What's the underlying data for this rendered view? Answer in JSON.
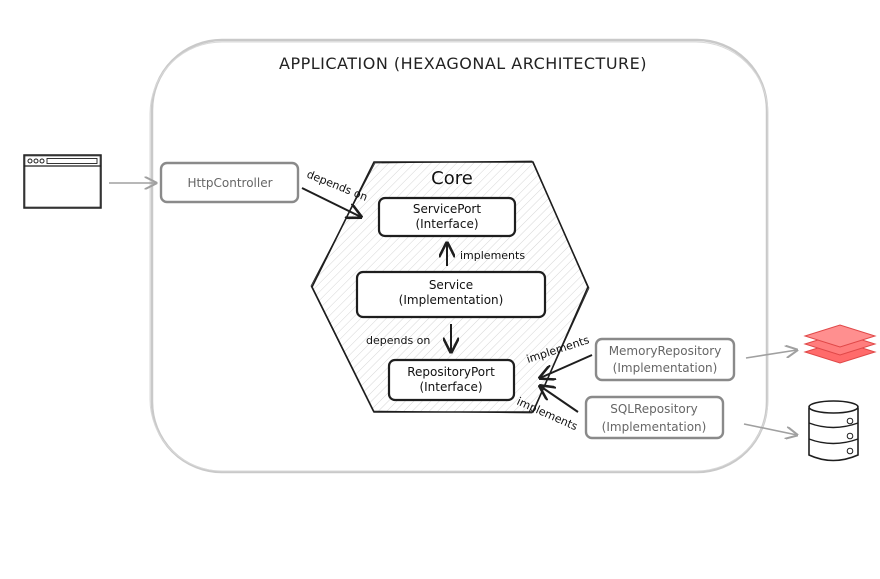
{
  "application": {
    "title": "APPLICATION (HEXAGONAL ARCHITECTURE)"
  },
  "core": {
    "title": "Core"
  },
  "nodes": {
    "http_controller": {
      "line1": "HttpController"
    },
    "service_port": {
      "line1": "ServicePort",
      "line2": "(Interface)"
    },
    "service": {
      "line1": "Service",
      "line2": "(Implementation)"
    },
    "repository_port": {
      "line1": "RepositoryPort",
      "line2": "(Interface)"
    },
    "memory_repository": {
      "line1": "MemoryRepository",
      "line2": "(Implementation)"
    },
    "sql_repository": {
      "line1": "SQLRepository",
      "line2": "(Implementation)"
    }
  },
  "edges": {
    "controller_to_serviceport": "depends on",
    "service_to_serviceport": "implements",
    "service_to_repositoryport": "depends on",
    "memory_to_repositoryport": "implements",
    "sql_to_repositoryport": "implements"
  },
  "icons": {
    "browser": "browser-window-icon",
    "memory_store": "memory-layers-icon",
    "database": "database-icon"
  },
  "colors": {
    "memory_layers": "#ff5a5a",
    "outline_dark": "#1e1e1e",
    "outline_gray": "#8a8a8a",
    "container_gray": "#c9c9c9"
  }
}
